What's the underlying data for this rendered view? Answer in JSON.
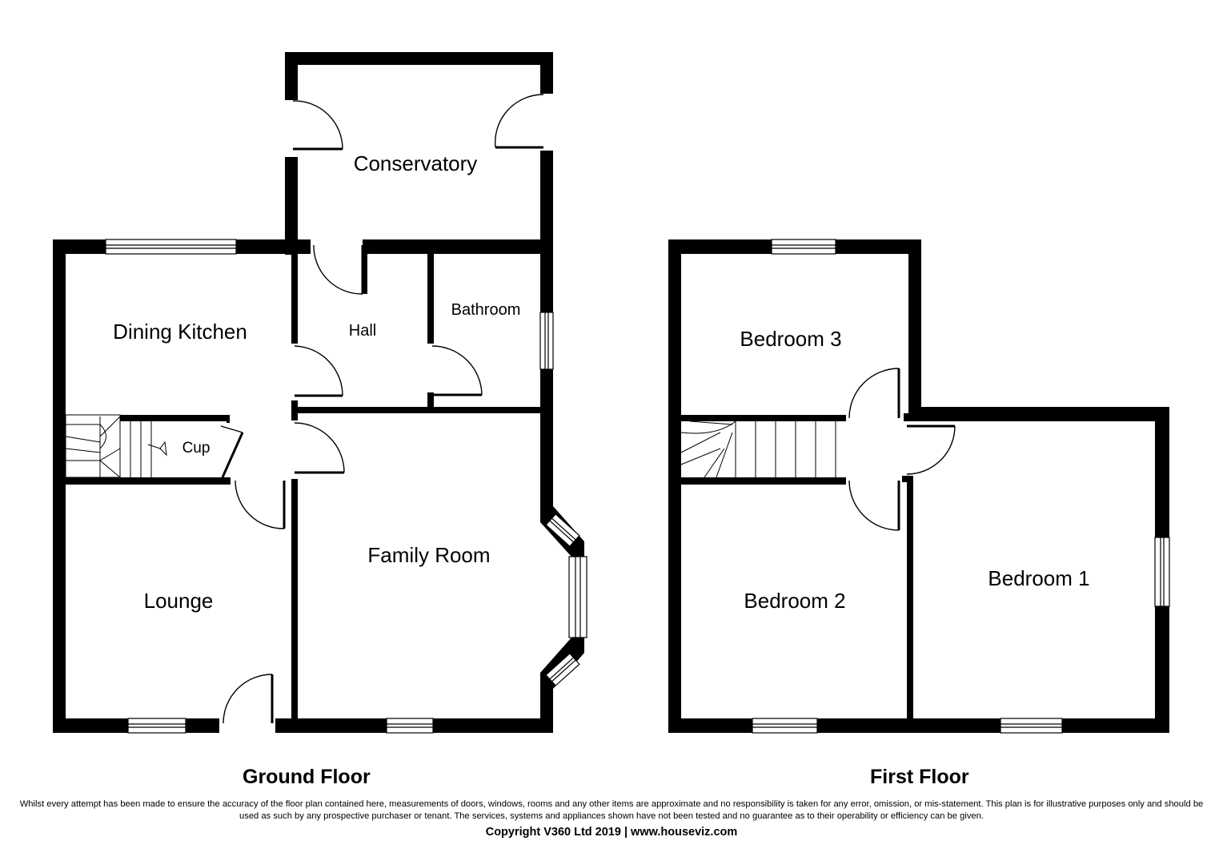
{
  "ground_floor": {
    "title": "Ground Floor",
    "rooms": {
      "conservatory": "Conservatory",
      "dining_kitchen": "Dining Kitchen",
      "hall": "Hall",
      "bathroom": "Bathroom",
      "cupboard": "Cup",
      "lounge": "Lounge",
      "family_room": "Family Room"
    }
  },
  "first_floor": {
    "title": "First Floor",
    "rooms": {
      "bedroom_3": "Bedroom 3",
      "bedroom_2": "Bedroom 2",
      "bedroom_1": "Bedroom 1"
    }
  },
  "footer": {
    "disclaimer": "Whilst every attempt has been made to ensure the accuracy of the floor plan contained here, measurements of doors, windows, rooms and any other items are approximate and no responsibility is taken for any error, omission, or mis-statement. This plan is for illustrative purposes only and should be used as such by any prospective purchaser or tenant. The services, systems and appliances shown have not been tested and no guarantee as to their operability or efficiency can be given.",
    "copyright": "Copyright V360 Ltd 2019 | www.houseviz.com"
  },
  "colors": {
    "wall": "#000000",
    "background": "#ffffff"
  }
}
